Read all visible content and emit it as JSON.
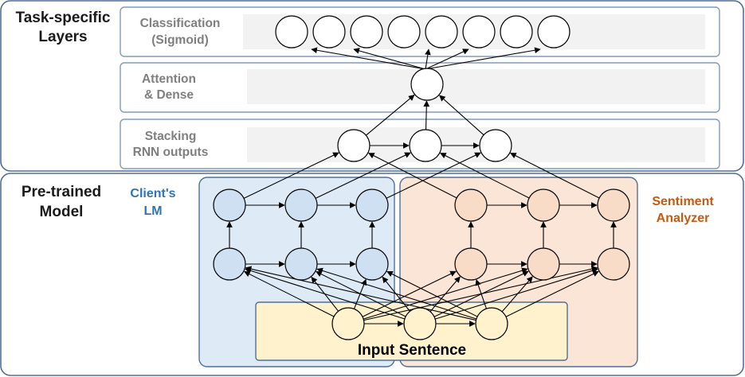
{
  "task_panel": {
    "title_line1": "Task-specific",
    "title_line2": "Layers",
    "classification_line1": "Classification",
    "classification_line2": "(Sigmoid)",
    "attention_line1": "Attention",
    "attention_line2": "& Dense",
    "stacking_line1": "Stacking",
    "stacking_line2": "RNN outputs"
  },
  "pretrained_panel": {
    "title_line1": "Pre-trained",
    "title_line2": "Model",
    "client_line1": "Client's",
    "client_line2": "LM",
    "sentiment_line1": "Sentiment",
    "sentiment_line2": "Analyzer",
    "input_label": "Input Sentence"
  },
  "colors": {
    "panel_border": "#4f6f9a",
    "layer_border": "#7f9bbf",
    "gray_band": "#f2f2f2",
    "client_fill": "#deebf7",
    "client_node": "#cfe0f2",
    "sentiment_fill": "#fbe5d6",
    "sentiment_node": "#f8dcc8",
    "input_fill": "#fff2cc",
    "client_text": "#2e75b6",
    "sentiment_text": "#c55a11"
  }
}
